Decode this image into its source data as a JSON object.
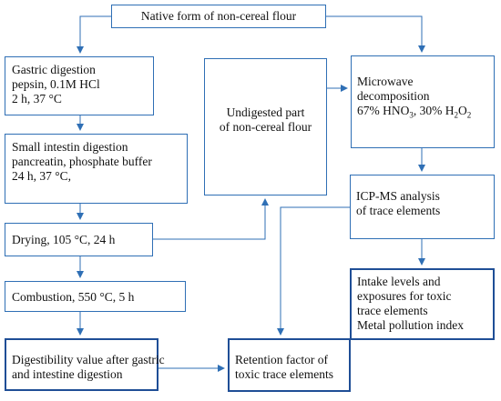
{
  "boxes": {
    "native": {
      "text": "Native form of non-cereal flour"
    },
    "gastric": {
      "lines": [
        "Gastric digestion",
        "pepsin, 0.1M HCl",
        "2 h, 37 °C"
      ]
    },
    "small_intestine": {
      "lines": [
        "Small intestin digestion",
        "pancreatin, phosphate buffer",
        "24 h, 37 °C,"
      ]
    },
    "drying": {
      "text": "Drying, 105 °C, 24 h"
    },
    "combustion": {
      "text": "Combustion, 550 °C, 5 h"
    },
    "digestibility": {
      "lines": [
        "Digestibility value after gastric",
        "and intestine digestion"
      ]
    },
    "undigested": {
      "lines": [
        "Undigested part",
        "of non-cereal flour"
      ]
    },
    "microwave": {
      "line1": "Microwave",
      "line2": {
        "prefix": "decomposition",
        "sep": " ",
        "p1": "67% HNO",
        "s1": "3",
        "p2": ", 30% H",
        "s2": "2",
        "p3": "O",
        "s3": "2"
      }
    },
    "icpms": {
      "lines": [
        "ICP-MS analysis",
        "of trace elements"
      ]
    },
    "intake": {
      "lines": [
        "Intake levels and",
        "exposures for toxic",
        "trace elements",
        "Metal pollution index"
      ]
    },
    "retention": {
      "lines": [
        "Retention factor of",
        "toxic trace elements"
      ]
    }
  },
  "colors": {
    "line": "#2f6fb5",
    "bold_border": "#1f4e96",
    "text": "#111111"
  }
}
